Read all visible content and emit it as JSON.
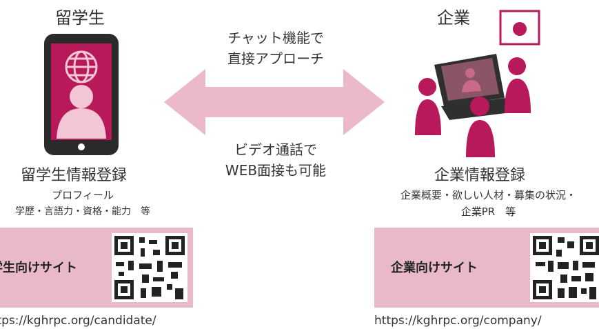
{
  "student": {
    "title": "留学生",
    "heading": "留学生情報登録",
    "profile_label": "プロフィール",
    "profile_items": "学歴・言語力・資格・能力　等",
    "site_label": "学生向けサイト",
    "url": "https://kghrpc.org/candidate/"
  },
  "company": {
    "title": "企業",
    "heading": "企業情報登録",
    "details_line1": "企業概要・欲しい人材・募集の状況・",
    "details_line2": "企業PR　等",
    "site_label": "企業向けサイト",
    "url": "https://kghrpc.org/company/"
  },
  "middle": {
    "chat_line1": "チャット機能で",
    "chat_line2": "直接アプローチ",
    "video_line1": "ビデオ通話で",
    "video_line2": "WEB面接も可能"
  },
  "colors": {
    "accent": "#b8195a",
    "pink_light": "#e9b9c9",
    "arrow": "#ebb9c9",
    "device": "#2a2a2a"
  }
}
